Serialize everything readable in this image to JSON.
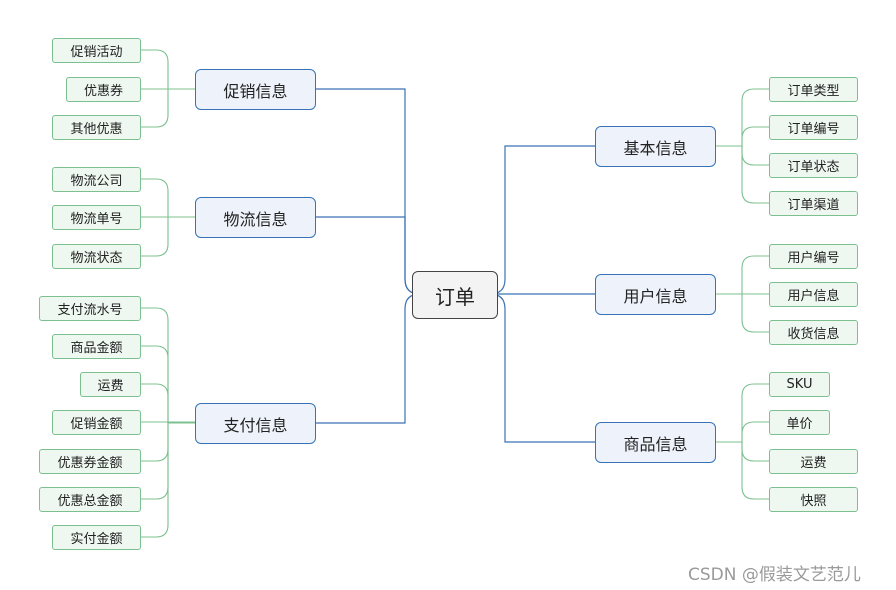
{
  "root": {
    "label": "订单"
  },
  "left": [
    {
      "label": "促销信息",
      "children": [
        "促销活动",
        "优惠券",
        "其他优惠"
      ]
    },
    {
      "label": "物流信息",
      "children": [
        "物流公司",
        "物流单号",
        "物流状态"
      ]
    },
    {
      "label": "支付信息",
      "children": [
        "支付流水号",
        "商品金额",
        "运费",
        "促销金额",
        "优惠券金额",
        "优惠总金额",
        "实付金额"
      ]
    }
  ],
  "right": [
    {
      "label": "基本信息",
      "children": [
        "订单类型",
        "订单编号",
        "订单状态",
        "订单渠道"
      ]
    },
    {
      "label": "用户信息",
      "children": [
        "用户编号",
        "用户信息",
        "收货信息"
      ]
    },
    {
      "label": "商品信息",
      "children": [
        "SKU",
        "单价",
        "运费",
        "快照"
      ]
    }
  ],
  "watermark": "CSDN @假装文艺范儿",
  "colors": {
    "main_border": "#3b72b5",
    "leaf_border": "#7cc08f",
    "trunk_line": "#3b72b5"
  }
}
